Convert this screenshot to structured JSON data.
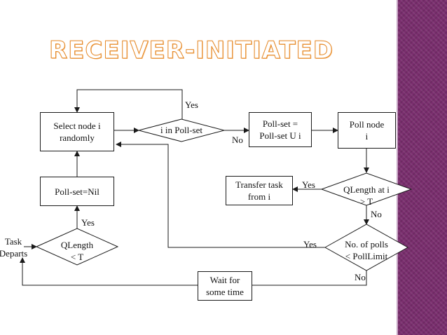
{
  "slide": {
    "title": "RECEIVER-INITIATED",
    "colors": {
      "accent_bar": "#7a2e6e",
      "title_outline": "#e58a2a"
    }
  },
  "flowchart": {
    "nodes": {
      "select_node": "Select node i\nrandomly",
      "in_poll_set": "i in Poll-set",
      "poll_set_union": "Poll-set =\nPoll-set U i",
      "poll_node": "Poll node\ni",
      "qlength_at_i": "QLength at i\n> T",
      "transfer_task": "Transfer task\nfrom i",
      "poll_set_nil": "Poll-set=Nil",
      "qlength_local": "QLength\n< T",
      "no_of_polls": "No. of polls\n< PollLimit",
      "wait": "Wait for\nsome time",
      "task_departs": "Task\nDeparts"
    },
    "labels": {
      "yes_loop": "Yes",
      "no_to_union": "No",
      "yes_transfer": "Yes",
      "no_from_qlength": "No",
      "yes_polls": "Yes",
      "no_polls": "No",
      "yes_qlength": "Yes"
    }
  }
}
